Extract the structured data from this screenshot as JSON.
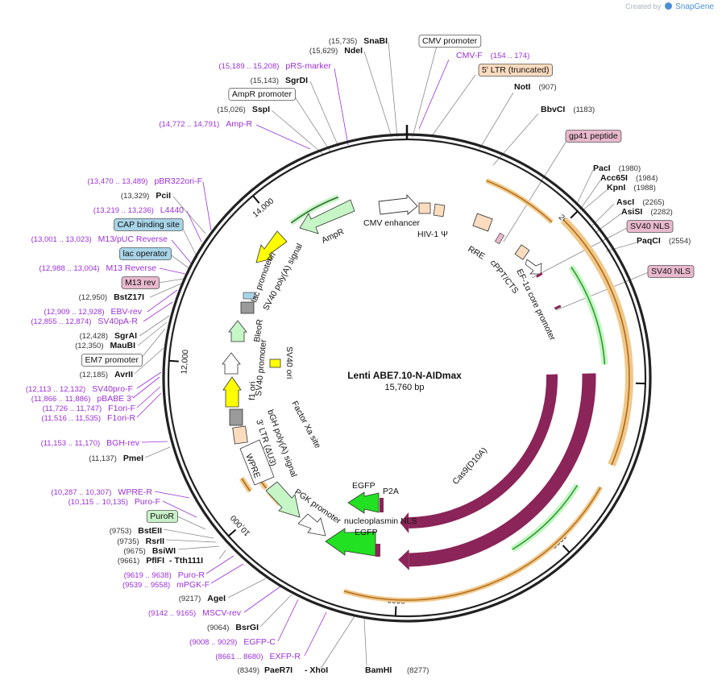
{
  "app": {
    "created_by": "Created by",
    "brand": "SnapGene"
  },
  "plasmid": {
    "name": "Lenti ABE7.10-N-AIDmax",
    "size_label": "15,760 bp",
    "length": 15760
  },
  "colors": {
    "backbone": "#222222",
    "primer": "#9b30d9",
    "site": "#000000",
    "pos": "#333333",
    "cas": "#8b2458",
    "egfp": "#22e022",
    "yellow": "#ffff00",
    "light_green": "#c6f5c6",
    "peach": "#fbdcbf",
    "grey": "#9a9a9a",
    "orange_band": "#f0c88a",
    "blue_box": "#a8d4e8",
    "pink_box": "#e8b8cc",
    "green_box": "#c8f0c8",
    "orange_box": "#fbdcbf"
  },
  "ticks": [
    "2000",
    "4000",
    "6000",
    "8000",
    "10,000",
    "12,000",
    "14,000"
  ],
  "right_labels": [
    {
      "name": "CMV promoter",
      "pos": "",
      "box": "white"
    },
    {
      "name": "CMV-F",
      "pos": "(154 .. 174)",
      "box": "",
      "primer": true
    },
    {
      "name": "5' LTR (truncated)",
      "pos": "",
      "box": "orange"
    },
    {
      "name": "NotI",
      "pos": "(907)",
      "box": ""
    },
    {
      "name": "BbvCI",
      "pos": "(1183)",
      "box": ""
    },
    {
      "name": "gp41 peptide",
      "pos": "",
      "box": "pink"
    },
    {
      "name": "PacI",
      "pos": "(1980)",
      "box": ""
    },
    {
      "name": "Acc65I",
      "pos": "(1984)",
      "box": ""
    },
    {
      "name": "KpnI",
      "pos": "(1988)",
      "box": ""
    },
    {
      "name": "AscI",
      "pos": "(2265)",
      "box": ""
    },
    {
      "name": "AsiSI",
      "pos": "(2282)",
      "box": ""
    },
    {
      "name": "SV40 NLS",
      "pos": "",
      "box": "pink"
    },
    {
      "name": "PaqCI",
      "pos": "(2554)",
      "box": ""
    },
    {
      "name": "SV40 NLS",
      "pos": "",
      "box": "pink"
    }
  ],
  "top_labels": [
    {
      "pos": "(15,735)",
      "name": "SnaBI",
      "box": ""
    },
    {
      "pos": "(15,629)",
      "name": "NdeI",
      "box": ""
    },
    {
      "pos": "(15,189 .. 15,208)",
      "name": "pRS-marker",
      "box": "",
      "primer": true
    },
    {
      "pos": "(15,143)",
      "name": "SgrDI",
      "box": ""
    },
    {
      "pos": "",
      "name": "AmpR promoter",
      "box": "white"
    },
    {
      "pos": "(15,026)",
      "name": "SspI",
      "box": ""
    },
    {
      "pos": "(14,772 .. 14,791)",
      "name": "Amp-R",
      "box": "",
      "primer": true
    }
  ],
  "left_labels": [
    {
      "pos": "(13,470 .. 13,489)",
      "name": "pBR322ori-F",
      "box": "",
      "primer": true
    },
    {
      "pos": "(13,329)",
      "name": "PciI",
      "box": ""
    },
    {
      "pos": "(13,219 .. 13,236)",
      "name": "L4440",
      "box": "",
      "primer": true
    },
    {
      "pos": "",
      "name": "CAP binding site",
      "box": "blue"
    },
    {
      "pos": "(13,001 .. 13,023)",
      "name": "M13/pUC Reverse",
      "box": "",
      "primer": true
    },
    {
      "pos": "",
      "name": "lac operator",
      "box": "blue"
    },
    {
      "pos": "(12,988 .. 13,004)",
      "name": "M13 Reverse",
      "box": "",
      "primer": true
    },
    {
      "pos": "",
      "name": "M13 rev",
      "box": "pink"
    },
    {
      "pos": "(12,950)",
      "name": "BstZ17I",
      "box": ""
    },
    {
      "pos": "(12,909 .. 12,928)",
      "name": "EBV-rev",
      "box": "",
      "primer": true
    },
    {
      "pos": "(12,855 .. 12,874)",
      "name": "SV40pA-R",
      "box": "",
      "primer": true
    },
    {
      "pos": "(12,428)",
      "name": "SgrAI",
      "box": ""
    },
    {
      "pos": "(12,350)",
      "name": "MauBI",
      "box": ""
    },
    {
      "pos": "",
      "name": "EM7 promoter",
      "box": "white"
    },
    {
      "pos": "(12,185)",
      "name": "AvrII",
      "box": ""
    },
    {
      "pos": "(12,113 .. 12,132)",
      "name": "SV40pro-F",
      "box": "",
      "primer": true
    },
    {
      "pos": "(11,866 .. 11,886)",
      "name": "pBABE 3'",
      "box": "",
      "primer": true
    },
    {
      "pos": "(11,726 .. 11,747)",
      "name": "F1ori-F",
      "box": "",
      "primer": true
    },
    {
      "pos": "(11,516 .. 11,535)",
      "name": "F1ori-R",
      "box": "",
      "primer": true
    },
    {
      "pos": "(11,153 .. 11,170)",
      "name": "BGH-rev",
      "box": "",
      "primer": true
    },
    {
      "pos": "(11,137)",
      "name": "PmeI",
      "box": ""
    },
    {
      "pos": "(10,287 .. 10,307)",
      "name": "WPRE-R",
      "box": "",
      "primer": true
    },
    {
      "pos": "(10,115 .. 10,135)",
      "name": "Puro-F",
      "box": "",
      "primer": true
    },
    {
      "pos": "",
      "name": "PuroR",
      "box": "green"
    },
    {
      "pos": "(9753)",
      "name": "BstEII",
      "box": ""
    },
    {
      "pos": "(9735)",
      "name": "RsrII",
      "box": ""
    },
    {
      "pos": "(9675)",
      "name": "BsiWI",
      "box": ""
    },
    {
      "pos": "(9661)",
      "name": "PflFI",
      "extra": "- Tth111I",
      "box": ""
    },
    {
      "pos": "(9619 .. 9638)",
      "name": "Puro-R",
      "box": "",
      "primer": true
    },
    {
      "pos": "(9539 .. 9558)",
      "name": "mPGK-F",
      "box": "",
      "primer": true
    },
    {
      "pos": "(9217)",
      "name": "AgeI",
      "box": ""
    },
    {
      "pos": "(9142 .. 9165)",
      "name": "MSCV-rev",
      "box": "",
      "primer": true
    },
    {
      "pos": "(9064)",
      "name": "BsrGI",
      "box": ""
    },
    {
      "pos": "(9008 .. 9029)",
      "name": "EGFP-C",
      "box": "",
      "primer": true
    },
    {
      "pos": "(8661 .. 8680)",
      "name": "EXFP-R",
      "box": "",
      "primer": true
    }
  ],
  "bottom_labels": [
    {
      "pos": "(8349)",
      "name": "PaeR7I",
      "extra": "- XhoI"
    },
    {
      "name": "BamHI",
      "pos": "(8277)"
    }
  ],
  "features": {
    "cmv_enhancer": "CMV enhancer",
    "hiv1_psi": "HIV-1 Ψ",
    "rre": "RRE",
    "cppt_cts": "cPPT/CTS",
    "ef1a": "EF-1α core promoter",
    "cas9_d10a": "Cas9(D10A)",
    "cas9": "Cas9",
    "p2a": "P2A",
    "egfp1": "EGFP",
    "egfp2": "EGFP",
    "nucleoplasmin": "nucleoplasmin NLS",
    "pgk": "PGK promoter",
    "wpre": "WPRE",
    "ltr3": "3' LTR (ΔU3)",
    "bgh": "bGH poly(A) signal",
    "factor_xa": "Factor Xa site",
    "f1_ori": "f1 ori",
    "sv40_promoter": "SV40 promoter",
    "bleor": "BleoR",
    "sv40_ori": "SV40 ori",
    "sv40_polya": "SV40 poly(A) signal",
    "lac_promoter": "lac promoter",
    "ori": "ori",
    "ampr": "AmpR"
  }
}
